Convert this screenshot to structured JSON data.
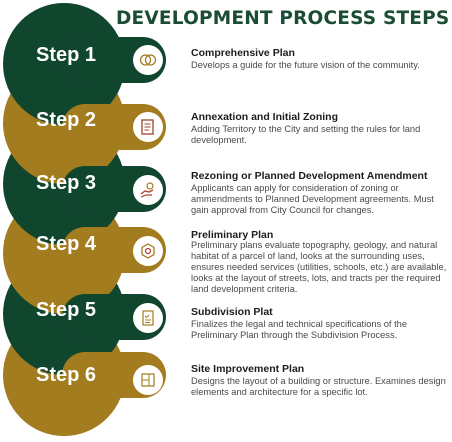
{
  "title": "DEVELOPMENT PROCESS STEPS",
  "colors": {
    "green": "#10452e",
    "gold": "#a27c1e",
    "title": "#1b4d34"
  },
  "steps": [
    {
      "label": "Step 1",
      "heading": "Comprehensive Plan",
      "description": "Develops a guide for the future vision of the community.",
      "icon": "venn-circles-icon"
    },
    {
      "label": "Step 2",
      "heading": "Annexation and Initial Zoning",
      "description": "Adding Territory to the City and setting the rules for land development.",
      "icon": "document-clipboard-icon"
    },
    {
      "label": "Step 3",
      "heading": "Rezoning or Planned Development Amendment",
      "description": "Applicants can apply for consideration of zoning or ammendments to Planned Development agreements. Must gain approval from City Council for changes.",
      "icon": "hand-coins-icon"
    },
    {
      "label": "Step 4",
      "heading": "Preliminary Plan",
      "description": "Preliminary plans evaluate topography, geology, and natural habitat of a parcel of land, looks at the surrounding uses, ensures needed services (utilities, schools, etc.) are available, looks at the layout of streets, lots, and tracts per the required land development criteria.",
      "icon": "gear-hexagon-icon"
    },
    {
      "label": "Step 5",
      "heading": "Subdivision Plat",
      "description": "Finalizes the legal and technical specifications of the Preliminary Plan through the Subdivision Process.",
      "icon": "checklist-icon"
    },
    {
      "label": "Step 6",
      "heading": "Site Improvement Plan",
      "description": "Designs the layout of a building or structure. Examines design elements and architecture for a specific lot.",
      "icon": "blueprint-icon"
    }
  ]
}
